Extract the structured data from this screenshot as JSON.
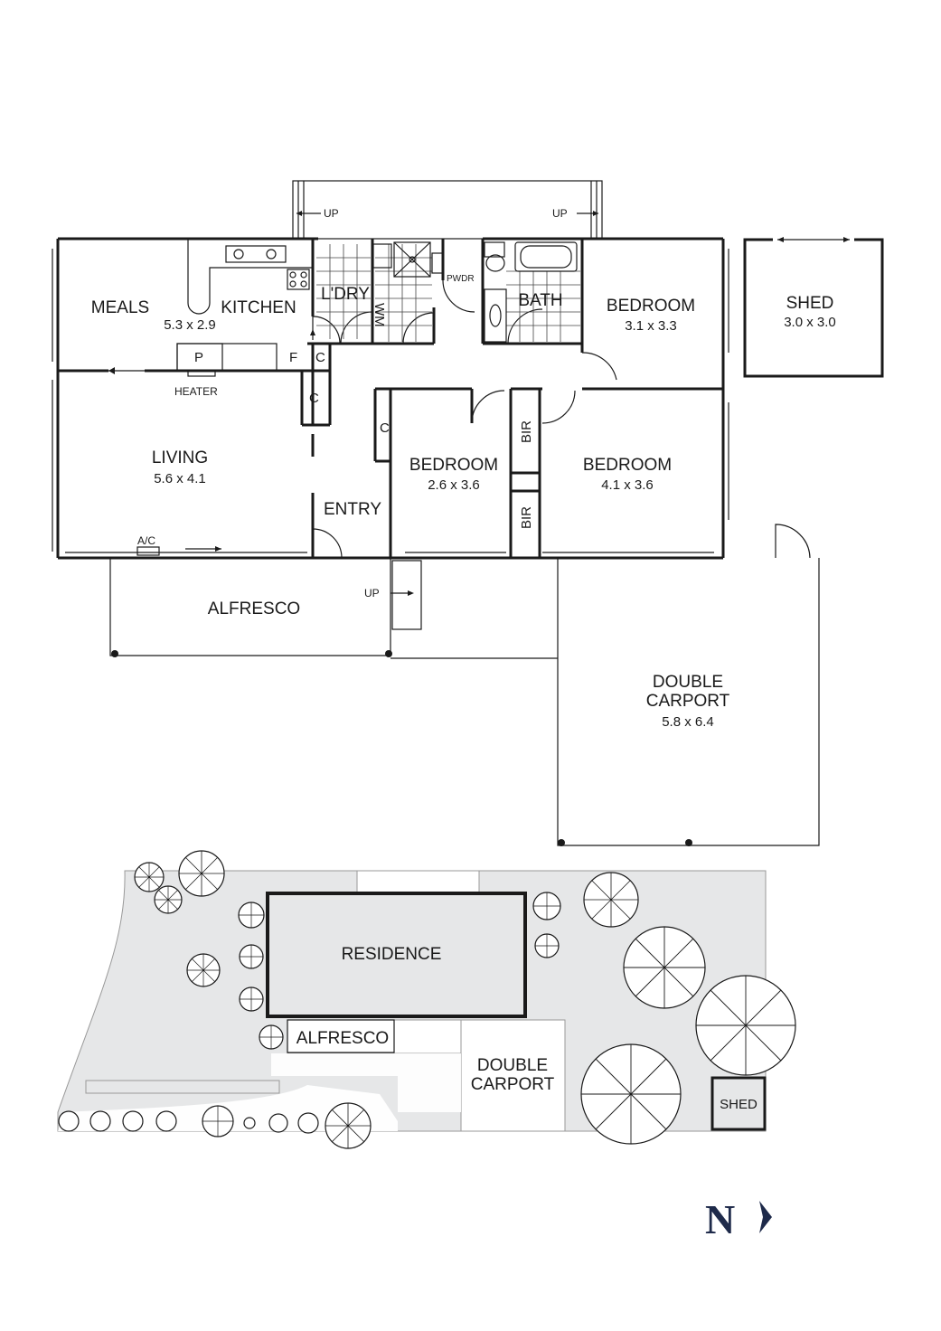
{
  "floorplan": {
    "rooms": [
      {
        "id": "meals",
        "label": "MEALS",
        "dims": "5.3 x 2.9"
      },
      {
        "id": "kitchen",
        "label": "KITCHEN",
        "dims": ""
      },
      {
        "id": "laundry",
        "label": "L'DRY",
        "dims": ""
      },
      {
        "id": "bath",
        "label": "BATH",
        "dims": ""
      },
      {
        "id": "bedroom1",
        "label": "BEDROOM",
        "dims": "3.1 x 3.3"
      },
      {
        "id": "shed",
        "label": "SHED",
        "dims": "3.0 x 3.0"
      },
      {
        "id": "living",
        "label": "LIVING",
        "dims": "5.6 x 4.1"
      },
      {
        "id": "bedroom2",
        "label": "BEDROOM",
        "dims": "2.6 x 3.6"
      },
      {
        "id": "bedroom3",
        "label": "BEDROOM",
        "dims": "4.1 x 3.6"
      },
      {
        "id": "entry",
        "label": "ENTRY",
        "dims": ""
      },
      {
        "id": "alfresco",
        "label": "ALFRESCO",
        "dims": ""
      },
      {
        "id": "carport",
        "label": "DOUBLE",
        "label2": "CARPORT",
        "dims": "5.8 x 6.4"
      }
    ],
    "fixtures": {
      "wm": "WM",
      "pwdr": "PWDR",
      "pantry": "P",
      "fridge": "F",
      "heater": "HEATER",
      "ac": "A/C",
      "cupboard": "C",
      "bir": "BIR",
      "up": "UP"
    }
  },
  "siteplan": {
    "residence": "RESIDENCE",
    "alfresco": "ALFRESCO",
    "carport_line1": "DOUBLE",
    "carport_line2": "CARPORT",
    "shed": "SHED"
  },
  "compass": {
    "label": "N"
  },
  "colors": {
    "line": "#1a1a1a",
    "site_fill": "#e6e7e8",
    "north": "#1e2a4a"
  }
}
